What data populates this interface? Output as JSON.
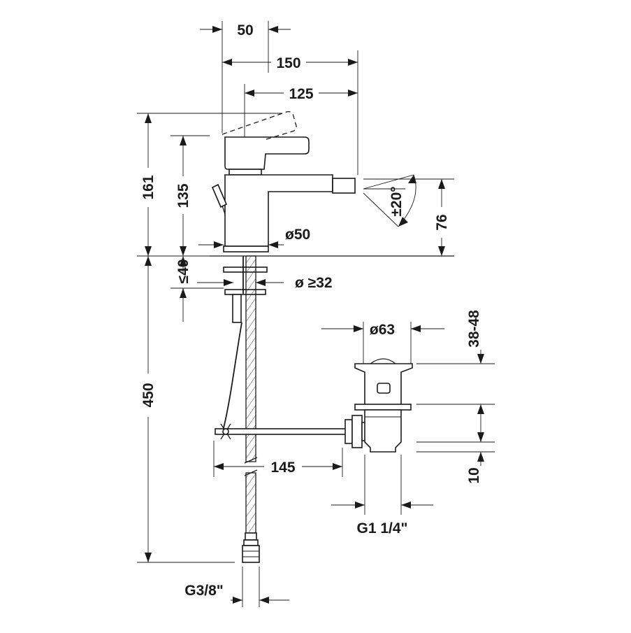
{
  "dimensions": {
    "lever_width": "50",
    "spout_projection": "150",
    "spout_reach": "125",
    "total_height": "161",
    "body_height": "135",
    "outlet_height": "76",
    "spout_angle": "±20°",
    "base_diameter": "ø50",
    "deck_thickness": "≤40",
    "hole_diameter": "ø ≥32",
    "supply_length": "450",
    "waste_diameter": "ø63",
    "waste_range": "38-48",
    "rod_length": "145",
    "waste_bottom": "10",
    "waste_thread": "G1 1/4\"",
    "supply_thread": "G3/8\""
  }
}
